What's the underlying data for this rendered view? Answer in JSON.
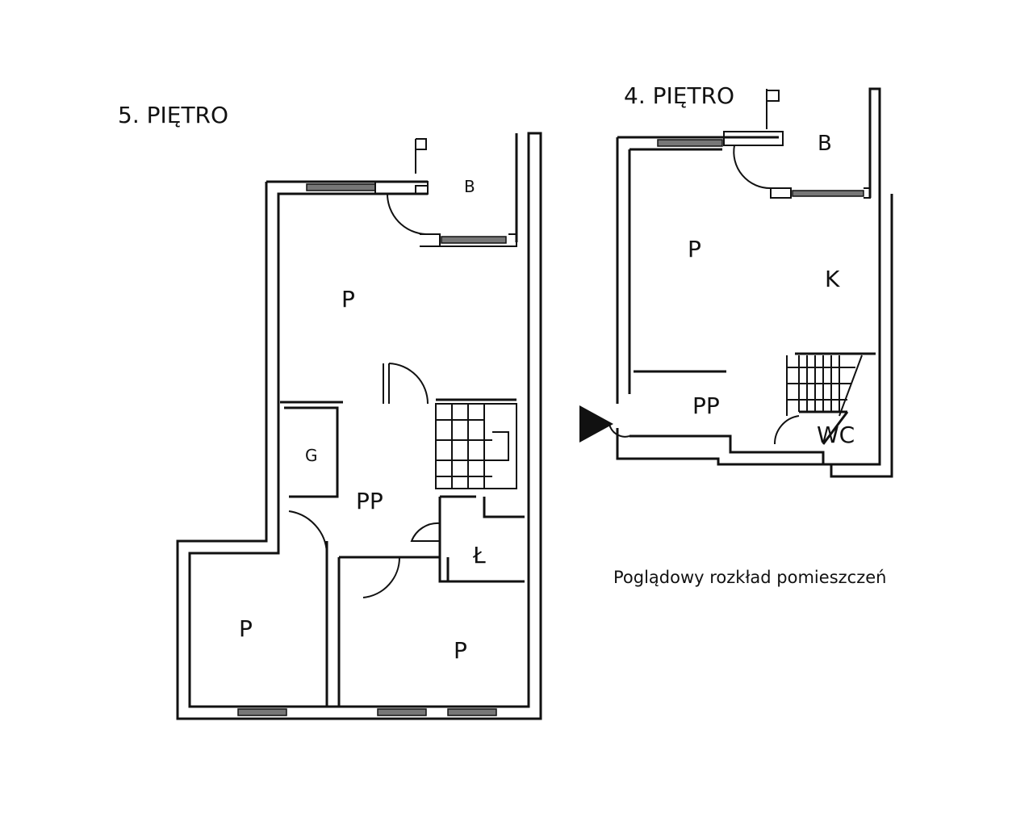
{
  "floor5": {
    "title": "5. PIĘTRO",
    "rooms": {
      "balcony": "B",
      "living": "P",
      "wardrobe": "G",
      "hall": "PP",
      "bath": "Ł",
      "room_left": "P",
      "room_right": "P"
    }
  },
  "floor4": {
    "title": "4. PIĘTRO",
    "rooms": {
      "balcony": "B",
      "living": "P",
      "kitchen": "K",
      "hall": "PP",
      "wc": "WC"
    }
  },
  "caption": "Poglądowy rozkład pomieszczeń"
}
